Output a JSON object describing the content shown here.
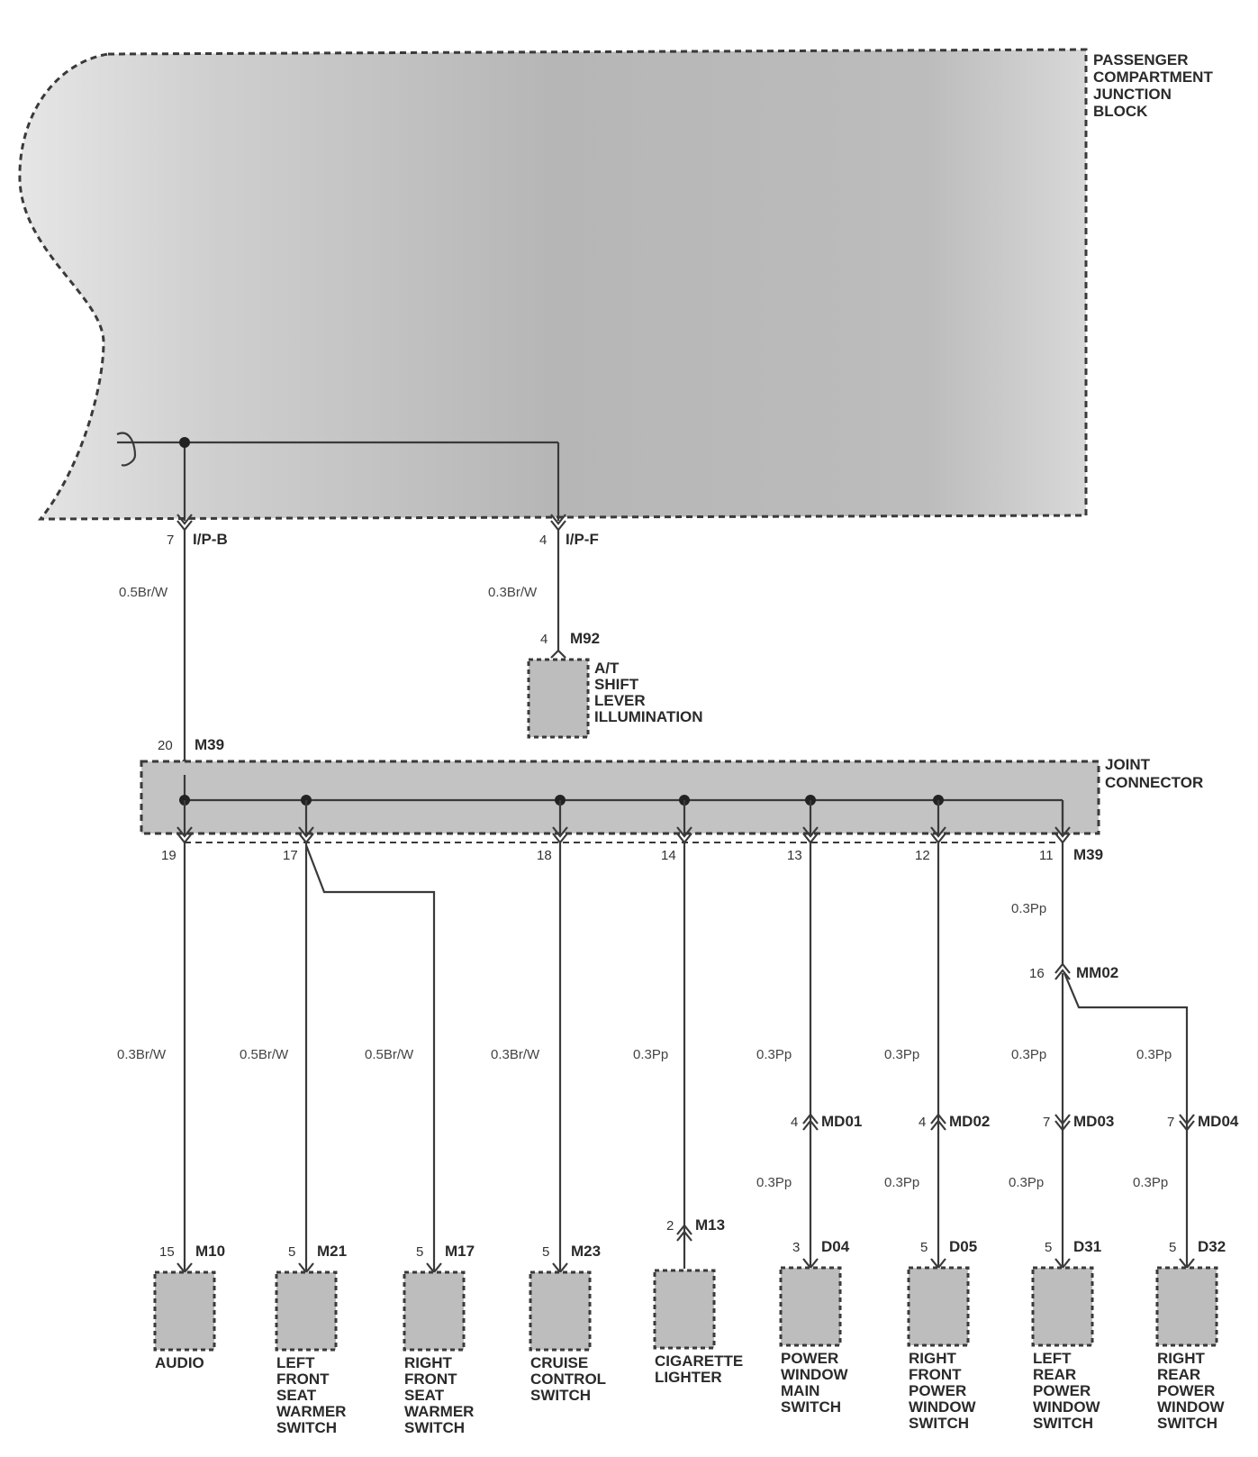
{
  "junction_block": {
    "label": [
      "PASSENGER",
      "COMPARTMENT",
      "JUNCTION",
      "BLOCK"
    ]
  },
  "joint_connector": {
    "label": [
      "JOINT",
      "CONNECTOR"
    ]
  },
  "top_connectors": [
    {
      "pin": "7",
      "connector": "I/P-B",
      "wire": "0.5Br/W"
    },
    {
      "pin": "4",
      "connector": "I/P-F",
      "wire": "0.3Br/W"
    }
  ],
  "shift_lever": {
    "pin": "4",
    "connector": "M92",
    "label": [
      "A/T",
      "SHIFT",
      "LEVER",
      "ILLUMINATION"
    ]
  },
  "m39_input": {
    "pin": "20",
    "connector": "M39"
  },
  "m39_outputs": [
    {
      "pin": "19"
    },
    {
      "pin": "17"
    },
    {
      "pin": "18"
    },
    {
      "pin": "14"
    },
    {
      "pin": "13"
    },
    {
      "pin": "12"
    },
    {
      "pin": "11",
      "connector": "M39"
    }
  ],
  "mm02": {
    "pin": "16",
    "connector": "MM02",
    "wire_in": "0.3Pp"
  },
  "branch_wires": [
    "0.3Br/W",
    "0.5Br/W",
    "0.5Br/W",
    "0.3Br/W",
    "0.3Pp",
    "0.3Pp",
    "0.3Pp",
    "0.3Pp",
    "0.3Pp"
  ],
  "inline_connectors": [
    {
      "pin": "4",
      "connector": "MD01",
      "wire_after": "0.3Pp"
    },
    {
      "pin": "4",
      "connector": "MD02",
      "wire_after": "0.3Pp"
    },
    {
      "pin": "7",
      "connector": "MD03",
      "wire_after": "0.3Pp"
    },
    {
      "pin": "7",
      "connector": "MD04",
      "wire_after": "0.3Pp"
    }
  ],
  "components": [
    {
      "pin": "15",
      "connector": "M10",
      "label": [
        "AUDIO"
      ]
    },
    {
      "pin": "5",
      "connector": "M21",
      "label": [
        "LEFT",
        "FRONT",
        "SEAT",
        "WARMER",
        "SWITCH"
      ]
    },
    {
      "pin": "5",
      "connector": "M17",
      "label": [
        "RIGHT",
        "FRONT",
        "SEAT",
        "WARMER",
        "SWITCH"
      ]
    },
    {
      "pin": "5",
      "connector": "M23",
      "label": [
        "CRUISE",
        "CONTROL",
        "SWITCH"
      ]
    },
    {
      "pin": "2",
      "connector": "M13",
      "label": [
        "CIGARETTE",
        "LIGHTER"
      ]
    },
    {
      "pin": "3",
      "connector": "D04",
      "label": [
        "POWER",
        "WINDOW",
        "MAIN",
        "SWITCH"
      ]
    },
    {
      "pin": "5",
      "connector": "D05",
      "label": [
        "RIGHT",
        "FRONT",
        "POWER",
        "WINDOW",
        "SWITCH"
      ]
    },
    {
      "pin": "5",
      "connector": "D31",
      "label": [
        "LEFT",
        "REAR",
        "POWER",
        "WINDOW",
        "SWITCH"
      ]
    },
    {
      "pin": "5",
      "connector": "D32",
      "label": [
        "RIGHT",
        "REAR",
        "POWER",
        "WINDOW",
        "SWITCH"
      ]
    }
  ]
}
